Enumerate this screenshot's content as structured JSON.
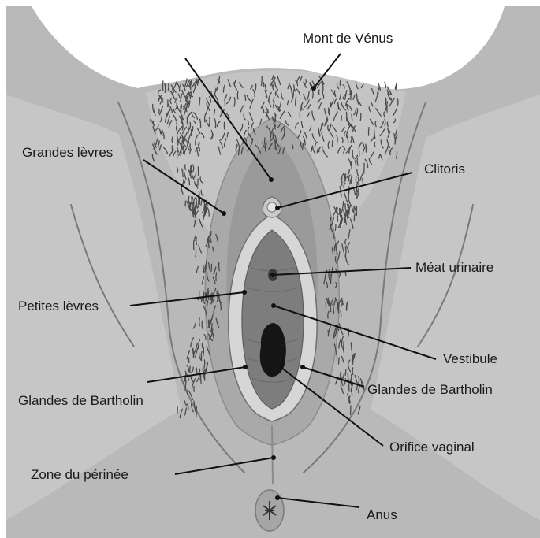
{
  "labels": {
    "mont_de_venus": "Mont de Vénus",
    "grandes_levres": "Grandes lèvres",
    "clitoris": "Clitoris",
    "meat_urinaire": "Méat urinaire",
    "petites_levres": "Petites lèvres",
    "vestibule": "Vestibule",
    "glandes_bartholin_left": "Glandes de Bartholin",
    "glandes_bartholin_right": "Glandes de Bartholin",
    "orifice_vaginal": "Orifice vaginal",
    "zone_perinee": "Zone du périnée",
    "anus": "Anus"
  },
  "colors": {
    "skin_base": "#b9b9b9",
    "skin_light": "#cfcfcf",
    "skin_mid": "#a9a9a9",
    "inner_dark": "#8e8e8e",
    "vestibule": "#7d7d7d",
    "orifice": "#151515",
    "leader": "#111111",
    "background": "#ffffff"
  }
}
